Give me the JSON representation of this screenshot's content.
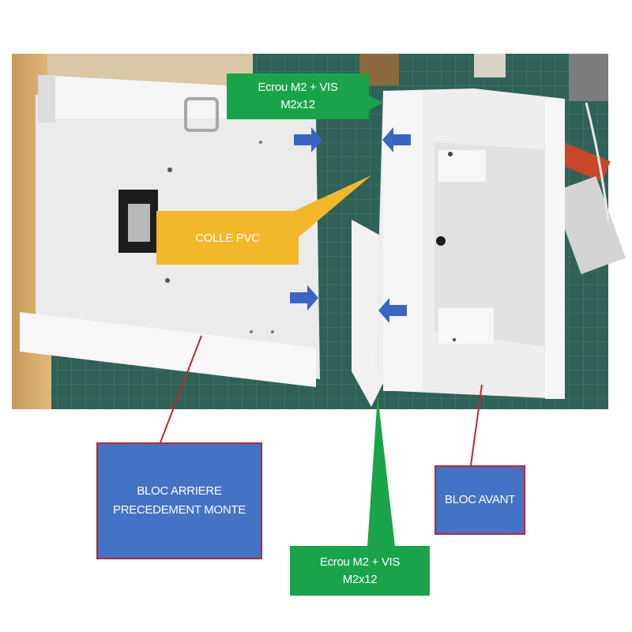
{
  "labels": {
    "nut_screw_top": "Ecrou M2 + VIS\nM2x12",
    "glue": "COLLE PVC",
    "rear_block": "BLOC ARRIERE\nPRECEDEMENT MONTE",
    "front_block": "BLOC AVANT",
    "nut_screw_bottom": "Ecrou M2 + VIS\nM2x12"
  },
  "colors": {
    "green_label": "#19a44a",
    "yellow_label": "#f3b72a",
    "blue_label": "#4472c4",
    "red_border": "#c0262f",
    "arrow_blue": "#3a64c8",
    "cutting_mat": "#2f6157"
  }
}
